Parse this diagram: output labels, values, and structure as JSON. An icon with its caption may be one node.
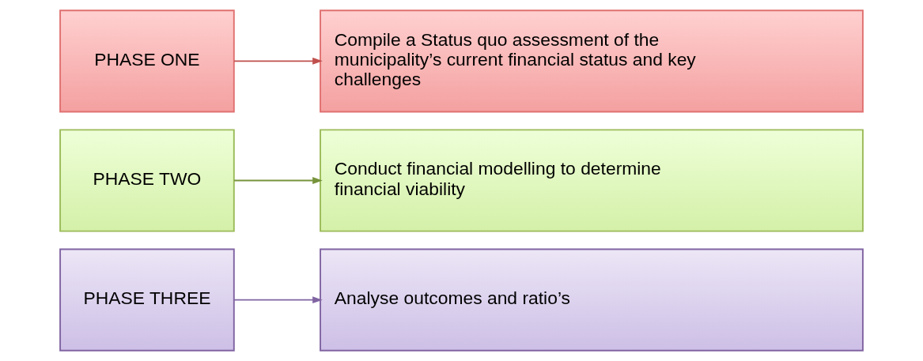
{
  "diagram": {
    "nodes": [
      {
        "text": [
          "PHASE ONE"
        ]
      },
      {
        "text": [
          "Compile a Status quo assessment of the municipality’s current financial status and key challenges"
        ]
      },
      {
        "text": [
          "PHASE TWO"
        ]
      },
      {
        "text": [
          "Conduct financial modelling to determine financial viability"
        ]
      },
      {
        "text": [
          "PHASE THREE"
        ]
      },
      {
        "text": [
          "Analyse outcomes and ratio’s"
        ]
      }
    ],
    "edges": [
      {
        "from": 0,
        "to": 1,
        "arrow": "to",
        "color": "#c0504d"
      },
      {
        "from": 2,
        "to": 3,
        "arrow": "to",
        "color": "#77933c"
      },
      {
        "from": 4,
        "to": 5,
        "arrow": "to",
        "color": "#8064a2"
      }
    ]
  }
}
